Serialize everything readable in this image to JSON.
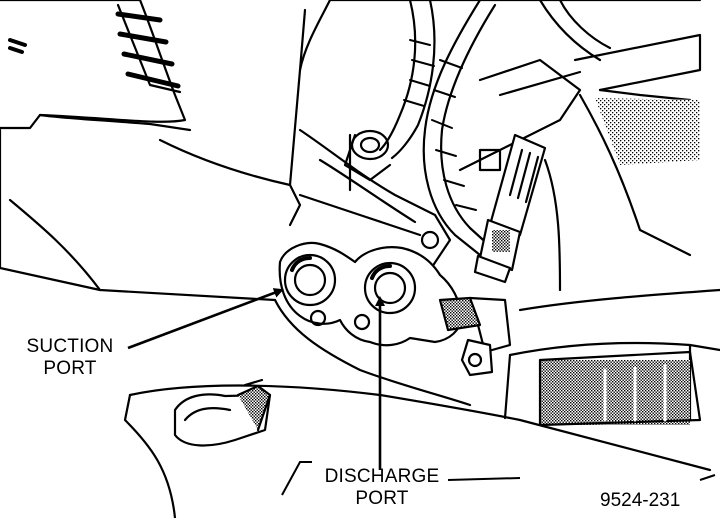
{
  "figure": {
    "number": "9524-231"
  },
  "callouts": {
    "suction": {
      "line1": "SUCTION",
      "line2": "PORT"
    },
    "discharge": {
      "line1": "DISCHARGE",
      "line2": "PORT"
    }
  },
  "colors": {
    "ink": "#000000",
    "paper": "#ffffff",
    "shade": "#8a8a8a"
  }
}
